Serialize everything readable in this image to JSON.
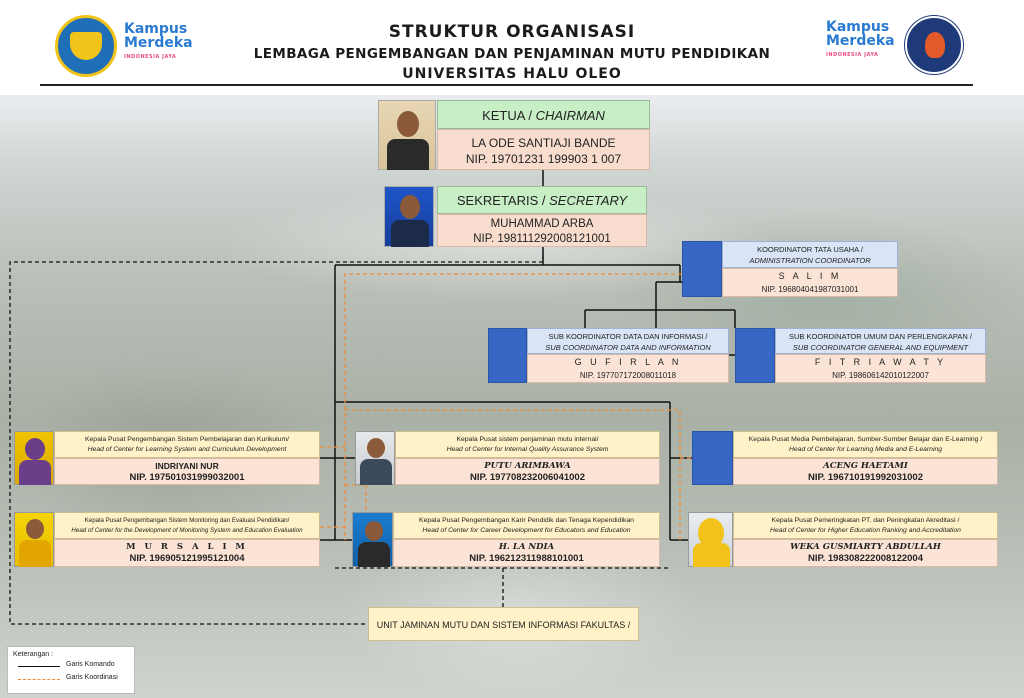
{
  "header": {
    "title1": "STRUKTUR ORGANISASI",
    "title2": "LEMBAGA PENGEMBANGAN DAN PENJAMINAN MUTU PENDIDIKAN",
    "title3": "UNIVERSITAS HALU OLEO"
  },
  "logos": {
    "kampus": "Kampus",
    "merdeka": "Merdeka",
    "indonesia_jaya": "INDONESIA JAYA"
  },
  "chairman": {
    "title": "KETUA",
    "title_en": "CHAIRMAN",
    "name": "LA ODE SANTIAJI BANDE",
    "nip": "NIP. 19701231 199903 1 007"
  },
  "secretary": {
    "title": "SEKRETARIS",
    "title_en": "SECRETARY",
    "name": "MUHAMMAD ARBA",
    "nip": "NIP. 198111292008121001"
  },
  "admin": {
    "title": "KOORDINATOR TATA USAHA /",
    "title_en": "ADMINISTRATION COORDINATOR",
    "name": "S A L I M",
    "nip": "NIP. 196804041987031001"
  },
  "sub_data": {
    "title": "SUB KOORDINATOR DATA DAN INFORMASI /",
    "title_en": "SUB COORDINATOR DATA AND INFORMATION",
    "name": "G U F I R L A N",
    "nip": "NIP. 197707172008011018"
  },
  "sub_umum": {
    "title": "SUB KOORDINATOR UMUM DAN PERLENGKAPAN /",
    "title_en": "SUB COORDINATOR GENERAL AND EQUIPMENT",
    "name": "F I T R I A W A T Y",
    "nip": "NIP. 198606142010122007"
  },
  "centers": [
    {
      "title": "Kepala Pusat Pengembangan Sistem Pembelajaran dan Kurikulum/",
      "title_en": "Head of Center for Learning System and Curriculum Development",
      "name": "INDRIYANI NUR",
      "nip": "NIP. 197501031999032001"
    },
    {
      "title": "Kepala Pusat sistem penjaminan mutu internal/",
      "title_en": "Head of Center for Internal Quality Assurance System",
      "name": "PUTU ARIMBAWA",
      "nip": "NIP. 197708232006041002"
    },
    {
      "title": "Kepala Pusat Media Pembelajaran, Sumber-Sumber Belajar dan E-Learning /",
      "title_en": "Head of Center for Learning Media and E-Learning",
      "name": "ACENG HAETAMI",
      "nip": "NIP. 196710191992031002"
    },
    {
      "title": "Kepala Pusat Pengembangan Sistem Monitoring dan Evaluasi Pendidikan/",
      "title_en": "Head of Center for the Development of Monitoring System and Education Evaluation",
      "name": "M U R S A L I M",
      "nip": "NIP. 196905121995121004"
    },
    {
      "title": "Kepala Pusat Pengembangan Karir Pendidik dan Tenaga Kependidikan",
      "title_en": "Head of Center for Career Development for Educators and Education",
      "name": "H. LA NDIA",
      "nip": "NIP. 196212311988101001"
    },
    {
      "title": "Kepala Pusat Pemeringkatan PT. dan Peningkatan Akreditasi /",
      "title_en": "Head of Center for Higher Education Ranking and Accreditation",
      "name": "WEKA GUSMIARTY ABDULLAH",
      "nip": "NIP. 198308222008122004"
    }
  ],
  "unit": {
    "label": "UNIT JAMINAN MUTU DAN SISTEM INFORMASI FAKULTAS /"
  },
  "legend": {
    "title": "Keterangan :",
    "command": "Garis Komando",
    "coordination": "Garis Koordinasi"
  },
  "colors": {
    "title_green": "#c8eec6",
    "body_peach": "#f8ddce",
    "center_yellow": "#fff2c8",
    "coord_blue": "#d9e4f6",
    "photo_blue": "#3667c4",
    "coordination_orange": "#f28b3b"
  }
}
